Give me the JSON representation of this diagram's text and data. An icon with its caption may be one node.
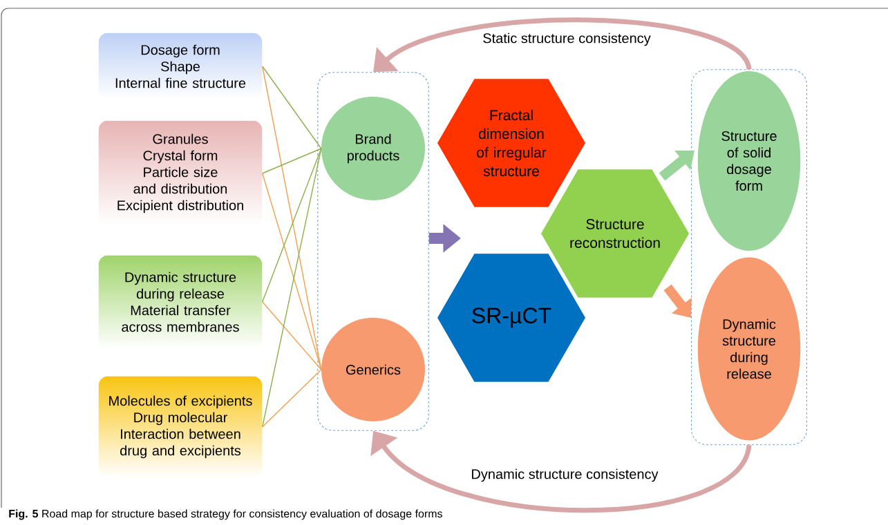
{
  "diagram": {
    "caption": "**Fig. 5** Road map for structure based strategy for consistency evaluation of dosage forms",
    "nodes": [
      {
        "text": [
          "Dosage form",
          "Shape",
          "Internal fine structure"
        ]
      },
      {
        "text": [
          "Granules",
          "Crystal form",
          "Particle size and distribution",
          "Excipient distribution"
        ]
      },
      {
        "text": [
          "Dynamic structure during release",
          "Material transfer across membranes"
        ]
      },
      {
        "text": [
          "Molecules of excipients",
          "Drug molecular",
          "Interaction between drug and excipients"
        ]
      },
      {
        "text": [],
        "shape": "box"
      },
      {
        "text": [
          "Brand products"
        ],
        "in": 4
      },
      {
        "text": [
          "Generics"
        ],
        "in": 4
      },
      {
        "text": [
          "Fractal dimension of irregular structure"
        ]
      },
      {
        "text": [
          "Structure reconstruction"
        ]
      },
      {
        "text": [
          "SR-µCT"
        ]
      },
      {
        "text": [],
        "shape": "box"
      },
      {
        "text": [
          "Structure of solid dosage form"
        ],
        "in": 10
      },
      {
        "text": [
          "Dynamic structure during release"
        ],
        "in": 10
      }
    ],
    "edges": [
      {
        "from": 0,
        "to": 5,
        "arrow": "none",
        "color": "#8db04f"
      },
      {
        "from": 0,
        "to": 6,
        "arrow": "none",
        "color": "#f0a050"
      },
      {
        "from": 1,
        "to": 5,
        "arrow": "none",
        "color": "#8db04f"
      },
      {
        "from": 1,
        "to": 6,
        "arrow": "none",
        "color": "#f0a050"
      },
      {
        "from": 2,
        "to": 5,
        "arrow": "none",
        "color": "#8db04f"
      },
      {
        "from": 2,
        "to": 6,
        "arrow": "none",
        "color": "#f0a050"
      },
      {
        "from": 3,
        "to": 5,
        "arrow": "none",
        "color": "#8db04f"
      },
      {
        "from": 3,
        "to": 6,
        "arrow": "none",
        "color": "#f0a050"
      },
      {
        "from": 4,
        "to": 9,
        "arrow": "to",
        "style": "thick",
        "color": "#8474b4"
      },
      {
        "from": 8,
        "to": 11,
        "arrow": "to",
        "style": "thick",
        "color": "#99d49a"
      },
      {
        "from": 8,
        "to": 12,
        "arrow": "to",
        "style": "thick",
        "color": "#f79a70"
      },
      {
        "from": 10,
        "to": 4,
        "arrow": "to",
        "style": "thick",
        "color": "#d8a6a6",
        "label": "Static structure consistency"
      },
      {
        "from": 10,
        "to": 4,
        "arrow": "to",
        "style": "thick",
        "color": "#d8a6a6",
        "label": "Dynamic structure consistency"
      }
    ]
  }
}
